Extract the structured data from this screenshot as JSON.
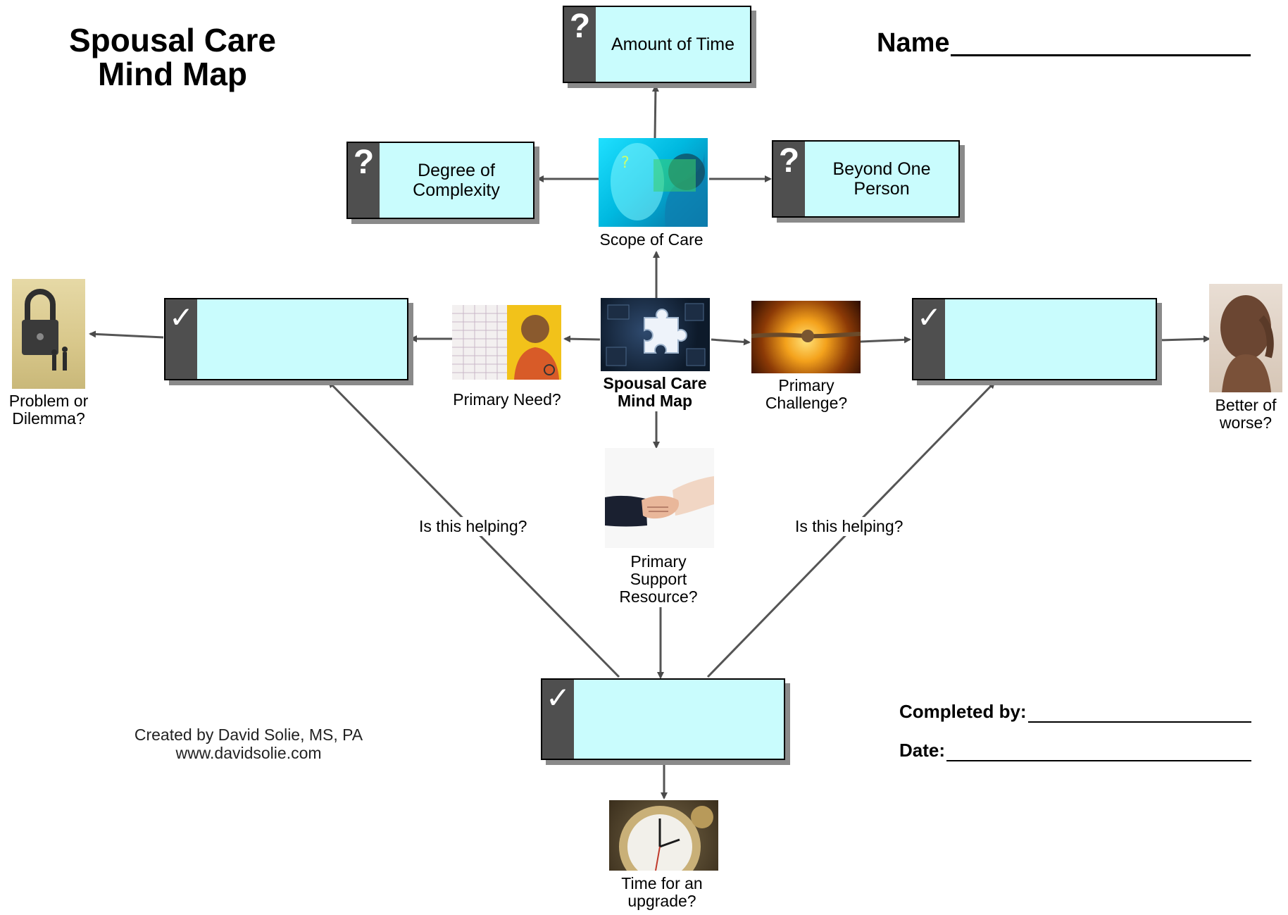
{
  "title": {
    "line1": "Spousal Care",
    "line2": "Mind Map"
  },
  "name_field": {
    "label": "Name"
  },
  "nodes": {
    "amount_of_time": {
      "text": "Amount of Time",
      "glyph": "?"
    },
    "degree_of_complexity": {
      "line1": "Degree of",
      "line2": "Complexity",
      "glyph": "?"
    },
    "beyond_one_person": {
      "line1": "Beyond One",
      "line2": "Person",
      "glyph": "?"
    },
    "problem_box": {
      "text": "",
      "glyph": "✓"
    },
    "challenge_box": {
      "text": "",
      "glyph": "✓"
    },
    "upgrade_box": {
      "text": "",
      "glyph": "✓"
    }
  },
  "captions": {
    "scope_of_care": "Scope of Care",
    "center": {
      "line1": "Spousal Care",
      "line2": "Mind Map"
    },
    "primary_need": "Primary Need?",
    "primary_challenge": {
      "line1": "Primary",
      "line2": "Challenge?"
    },
    "problem": {
      "line1": "Problem or",
      "line2": "Dilemma?"
    },
    "better_worse": {
      "line1": "Better of",
      "line2": "worse?"
    },
    "support": {
      "line1": "Primary",
      "line2": "Support",
      "line3": "Resource?"
    },
    "upgrade": {
      "line1": "Time for an",
      "line2": "upgrade?"
    }
  },
  "edge_labels": {
    "left": "Is this helping?",
    "right": "Is this helping?"
  },
  "credit": {
    "line1": "Created by David Solie, MS, PA",
    "line2": "www.davidsolie.com"
  },
  "form": {
    "completed_by": "Completed by:",
    "date": "Date:"
  },
  "icons": [
    "question-mark-icon",
    "checkmark-icon",
    "arrow-icon"
  ],
  "colors": {
    "box_fill": "#c9fcfd",
    "side_bar": "#4f4f4f",
    "shadow": "#8a8a8a"
  }
}
